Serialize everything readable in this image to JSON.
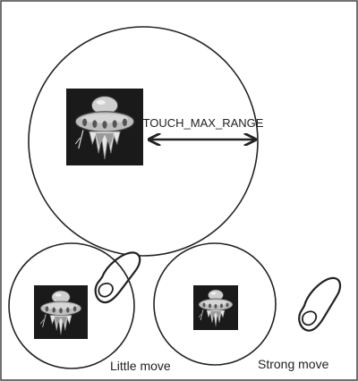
{
  "diagram": {
    "range_label": "TOUCH_MAX_RANGE",
    "little_move_label": "Little move",
    "strong_move_label": "Strong move"
  },
  "colors": {
    "stroke": "#222222",
    "sprite_bg": "#1a1a1a",
    "ufo_metal": "#bdbdbd"
  },
  "icons": {
    "sprite": "ufo-icon",
    "finger": "finger-icon",
    "arrow": "double-arrow-icon"
  }
}
